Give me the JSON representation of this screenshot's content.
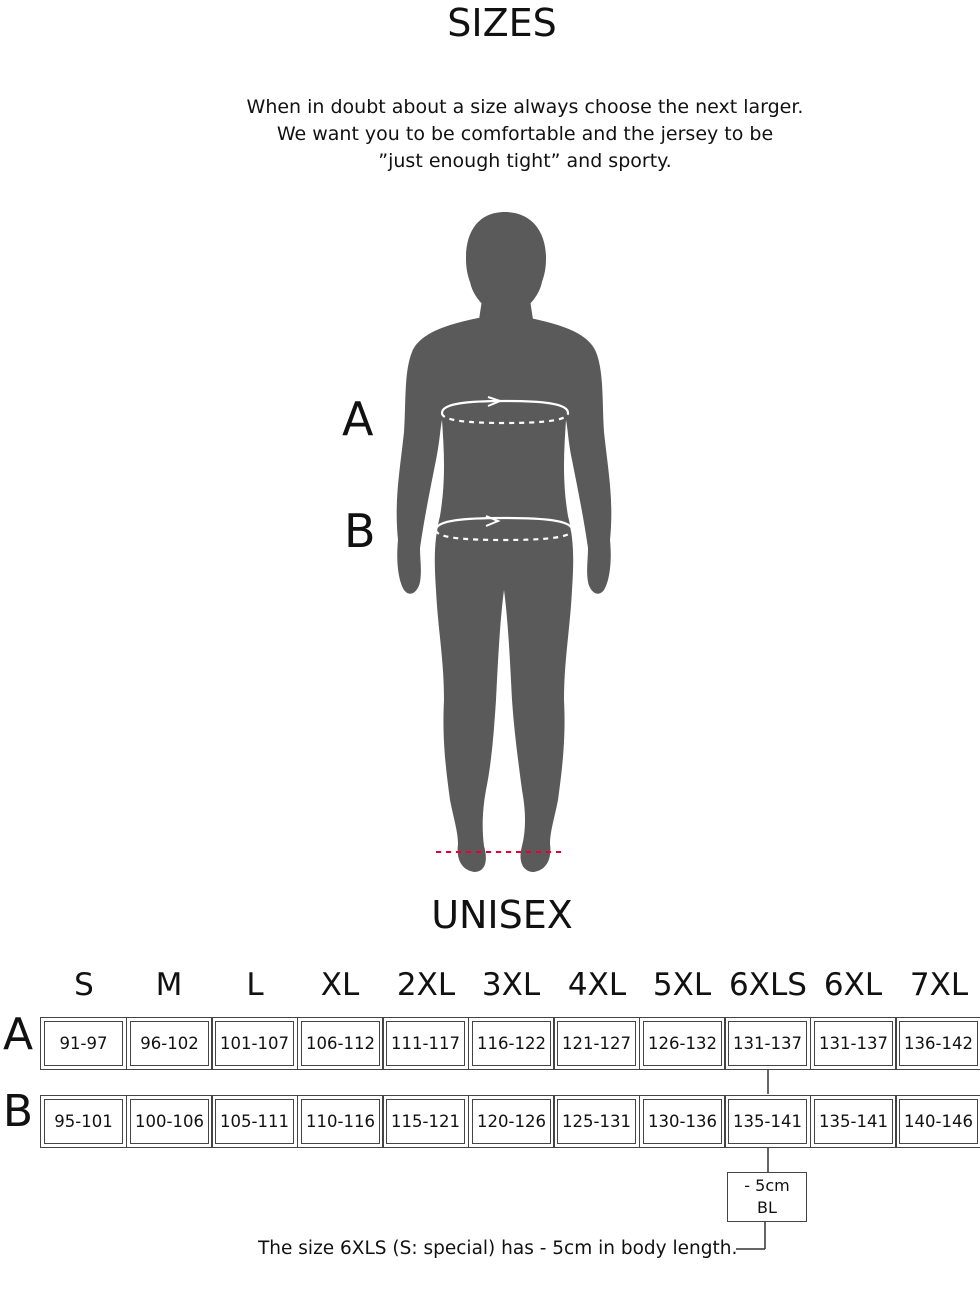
{
  "title": "SIZES",
  "intro": [
    "When in doubt about a size always choose the next larger.",
    "We want you to be comfortable and the jersey to be",
    "”just enough tight” and sporty."
  ],
  "figure": {
    "label_a": "A",
    "label_b": "B",
    "silhouette_color": "#5a5a5a",
    "floor_line_color": "#e0003a",
    "icon": "human-silhouette-icon"
  },
  "section_title": "UNISEX",
  "table": {
    "sizes": [
      "S",
      "M",
      "L",
      "XL",
      "2XL",
      "3XL",
      "4XL",
      "5XL",
      "6XLS",
      "6XL",
      "7XL"
    ],
    "rows": [
      {
        "label": "A",
        "values": [
          "91-97",
          "96-102",
          "101-107",
          "106-112",
          "111-117",
          "116-122",
          "121-127",
          "126-132",
          "131-137",
          "131-137",
          "136-142"
        ]
      },
      {
        "label": "B",
        "values": [
          "95-101",
          "100-106",
          "105-111",
          "110-116",
          "115-121",
          "120-126",
          "125-131",
          "130-136",
          "135-141",
          "135-141",
          "140-146"
        ]
      }
    ]
  },
  "note_box": {
    "line1": "- 5cm",
    "line2": "BL"
  },
  "footnote": "The size 6XLS (S: special) has - 5cm in body length."
}
